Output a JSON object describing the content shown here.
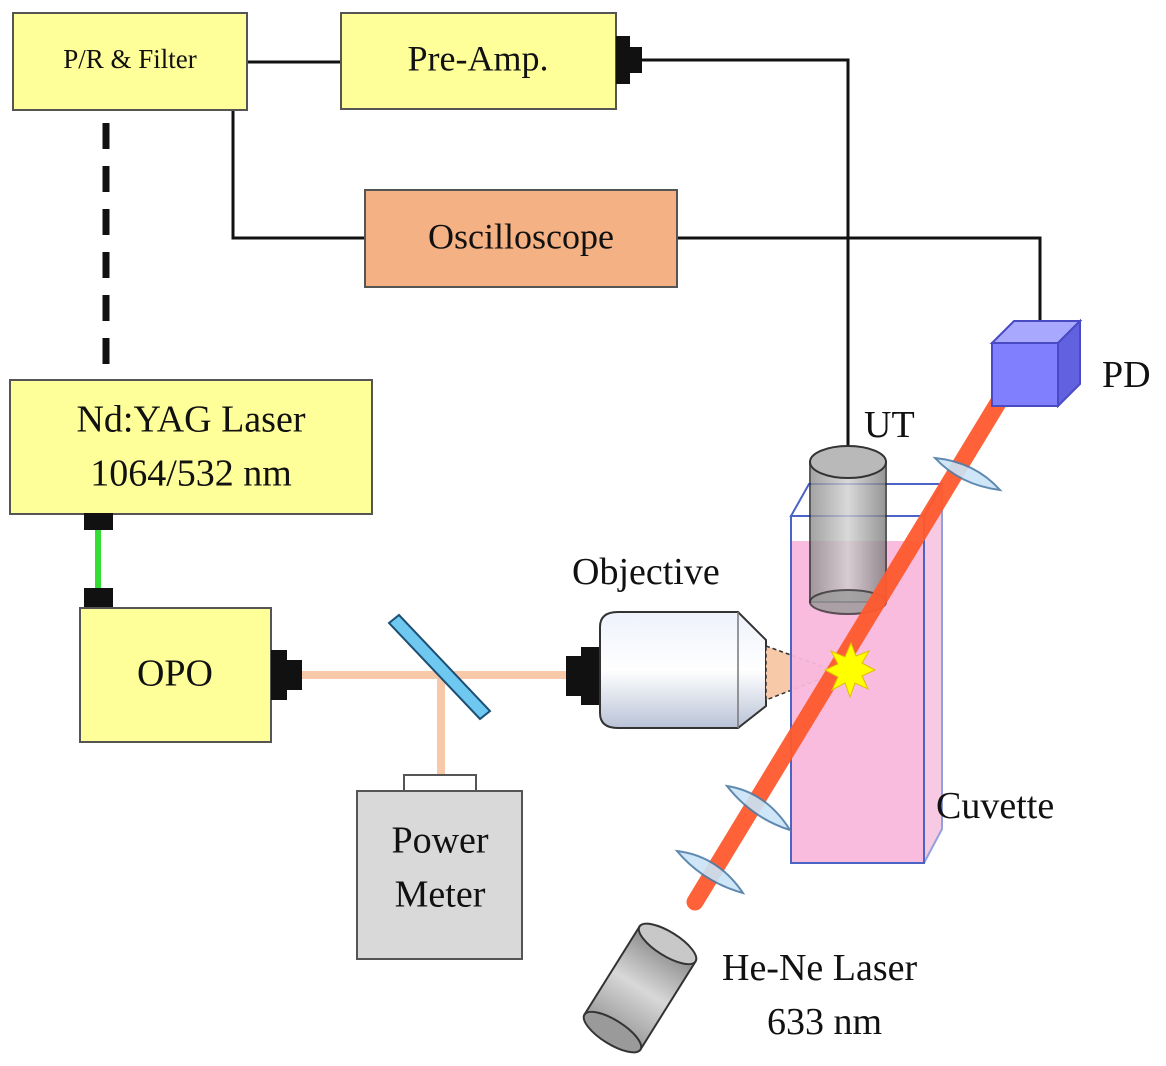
{
  "components": {
    "pr_filter": "P/R & Filter",
    "pre_amp": "Pre-Amp.",
    "oscilloscope": "Oscilloscope",
    "ndyag_line1": "Nd:YAG Laser",
    "ndyag_line2": "1064/532 nm",
    "opo": "OPO",
    "power_meter_line1": "Power",
    "power_meter_line2": "Meter",
    "objective": "Objective",
    "ut": "UT",
    "pd": "PD",
    "cuvette": "Cuvette",
    "hene_line1": "He-Ne Laser",
    "hene_line2": "633 nm"
  },
  "colors": {
    "instrument_fill": "#ffff99",
    "oscilloscope_fill": "#f4b183",
    "power_meter_fill": "#d9d9d9",
    "pd_fill": "#8080ff",
    "cuvette_fill": "#f9b8dc",
    "hene_beam": "#ff5a2e",
    "pump_beam": "#f8c9a8",
    "green_link": "#33dd33",
    "mirror": "#6ec8f0"
  }
}
